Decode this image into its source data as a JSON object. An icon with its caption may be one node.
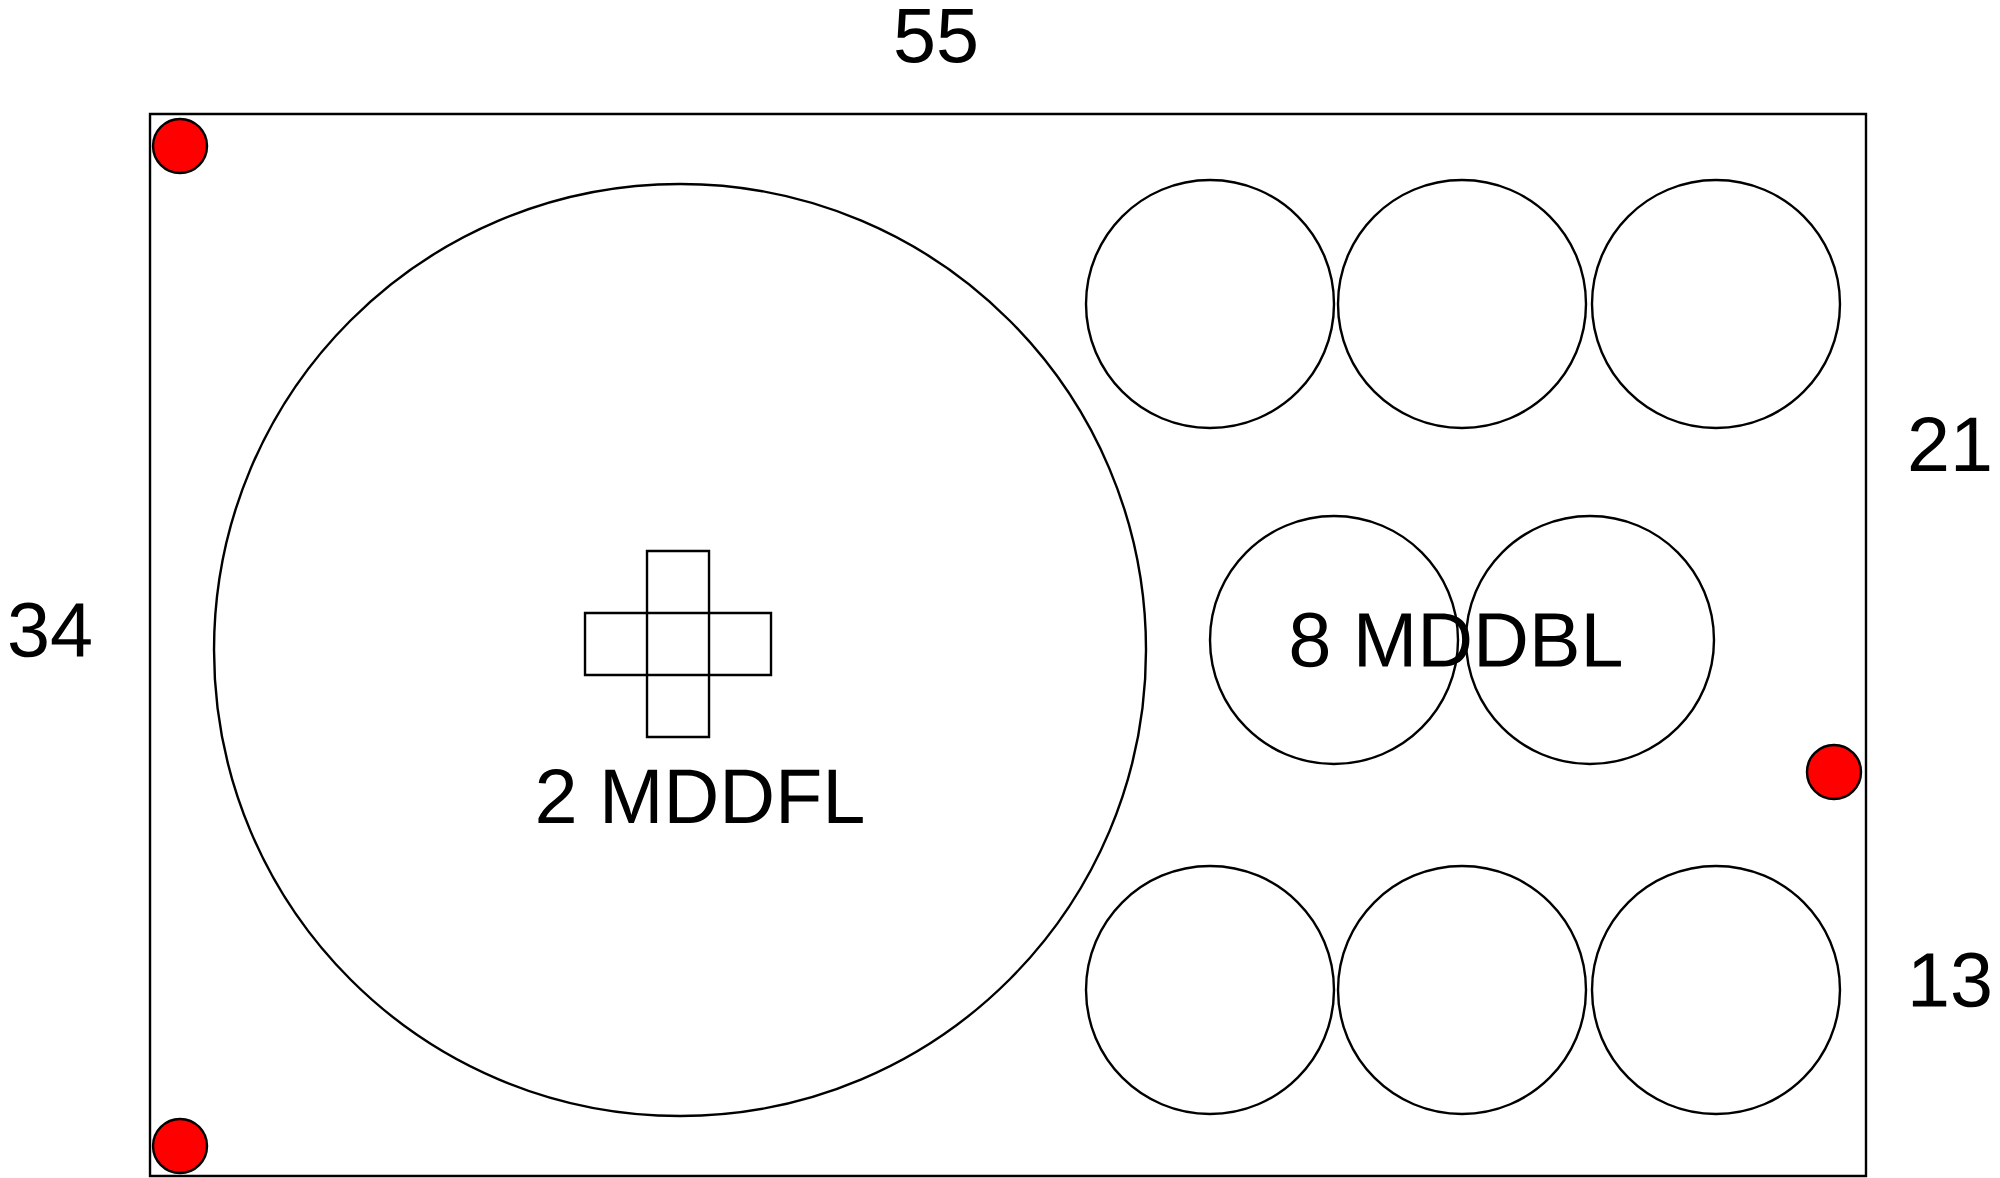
{
  "diagram": {
    "nodes": [
      {
        "text": [],
        "shape": "box"
      },
      {
        "text": [
          "2 MDDFL"
        ],
        "in": 0
      },
      {
        "text": [],
        "shape": "circle",
        "in": 0
      },
      {
        "text": [],
        "shape": "circle",
        "in": 0
      },
      {
        "text": [],
        "shape": "circle",
        "in": 0
      },
      {
        "text": [],
        "shape": "circle",
        "in": 0
      },
      {
        "text": [],
        "shape": "circle",
        "in": 0
      },
      {
        "text": [],
        "shape": "circle",
        "in": 0
      },
      {
        "text": [],
        "shape": "circle",
        "in": 0
      },
      {
        "text": [],
        "shape": "circle",
        "in": 0
      },
      {
        "text": [],
        "shape": "circle",
        "in": 0
      },
      {
        "text": [],
        "shape": "circle",
        "in": 0
      },
      {
        "text": [],
        "shape": "circle",
        "in": 0
      }
    ],
    "labels": [
      "55",
      "34",
      "21",
      "13",
      "8 MDDBL"
    ]
  }
}
